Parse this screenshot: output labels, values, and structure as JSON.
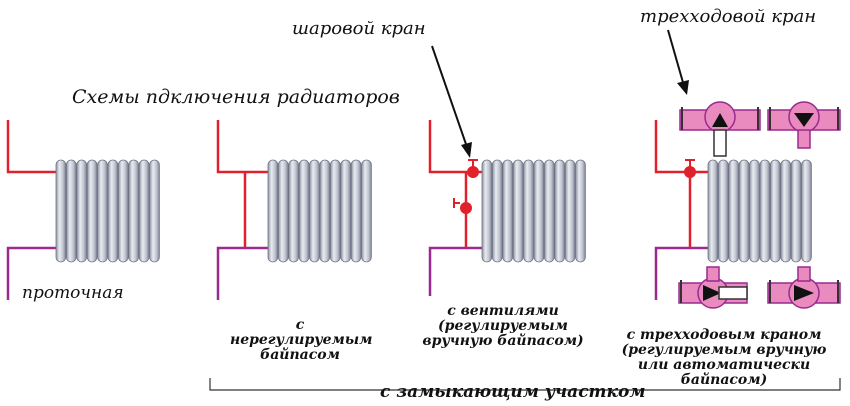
{
  "title": "Схемы пдключения радиаторов",
  "callouts": {
    "ball_valve": "шаровой кран",
    "three_way_valve": "трехходовой кран"
  },
  "schemes": [
    {
      "caption": "проточная"
    },
    {
      "caption": "с нерегулируемым байпасом"
    },
    {
      "caption": "с вентилями (регулируемым вручную байпасом)"
    },
    {
      "caption": "с трехходовым краном (регулируемым вручную или автоматически байпасом)"
    }
  ],
  "group_label": "с замыкающим участком",
  "colors": {
    "supply_pipe": "#e0202a",
    "return_pipe": "#9b2a8f",
    "valve_body": "#e98bbf",
    "radiator": "#c9ccd6"
  }
}
